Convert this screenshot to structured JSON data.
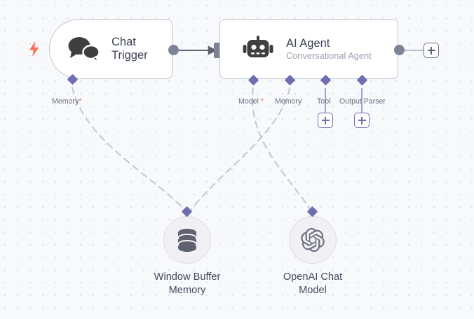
{
  "canvas": {
    "background_color": "#f8f9fb",
    "dot_color": "#dcdfeb"
  },
  "nodes": {
    "chat_trigger": {
      "title_line1": "Chat",
      "title_line2": "Trigger",
      "icon": "chat-bubbles-icon",
      "trigger_icon": "lightning-bolt-icon",
      "trigger_icon_color": "#ff6d5a",
      "ports": [
        {
          "label": "Memory",
          "required": true,
          "required_mark": "*"
        }
      ]
    },
    "ai_agent": {
      "title": "AI Agent",
      "subtitle": "Conversational Agent",
      "icon": "robot-icon",
      "ports": [
        {
          "label": "Model",
          "required": true,
          "required_mark": "*"
        },
        {
          "label": "Memory",
          "required": false,
          "required_mark": ""
        },
        {
          "label": "Tool",
          "required": false,
          "required_mark": ""
        },
        {
          "label": "Output Parser",
          "required": false,
          "required_mark": ""
        }
      ]
    },
    "window_buffer_memory": {
      "label_line1": "Window Buffer",
      "label_line2": "Memory",
      "icon": "database-icon"
    },
    "openai_chat_model": {
      "label_line1": "OpenAI Chat",
      "label_line2": "Model",
      "icon": "openai-logo-icon"
    }
  },
  "buttons": {
    "add_output": "+",
    "add_tool": "+",
    "add_output_parser": "+"
  },
  "colors": {
    "port_purple": "#6e6eb0",
    "connector_gray": "#7d8395",
    "required_red": "#f2705a",
    "node_border": "#c3c8d4"
  }
}
